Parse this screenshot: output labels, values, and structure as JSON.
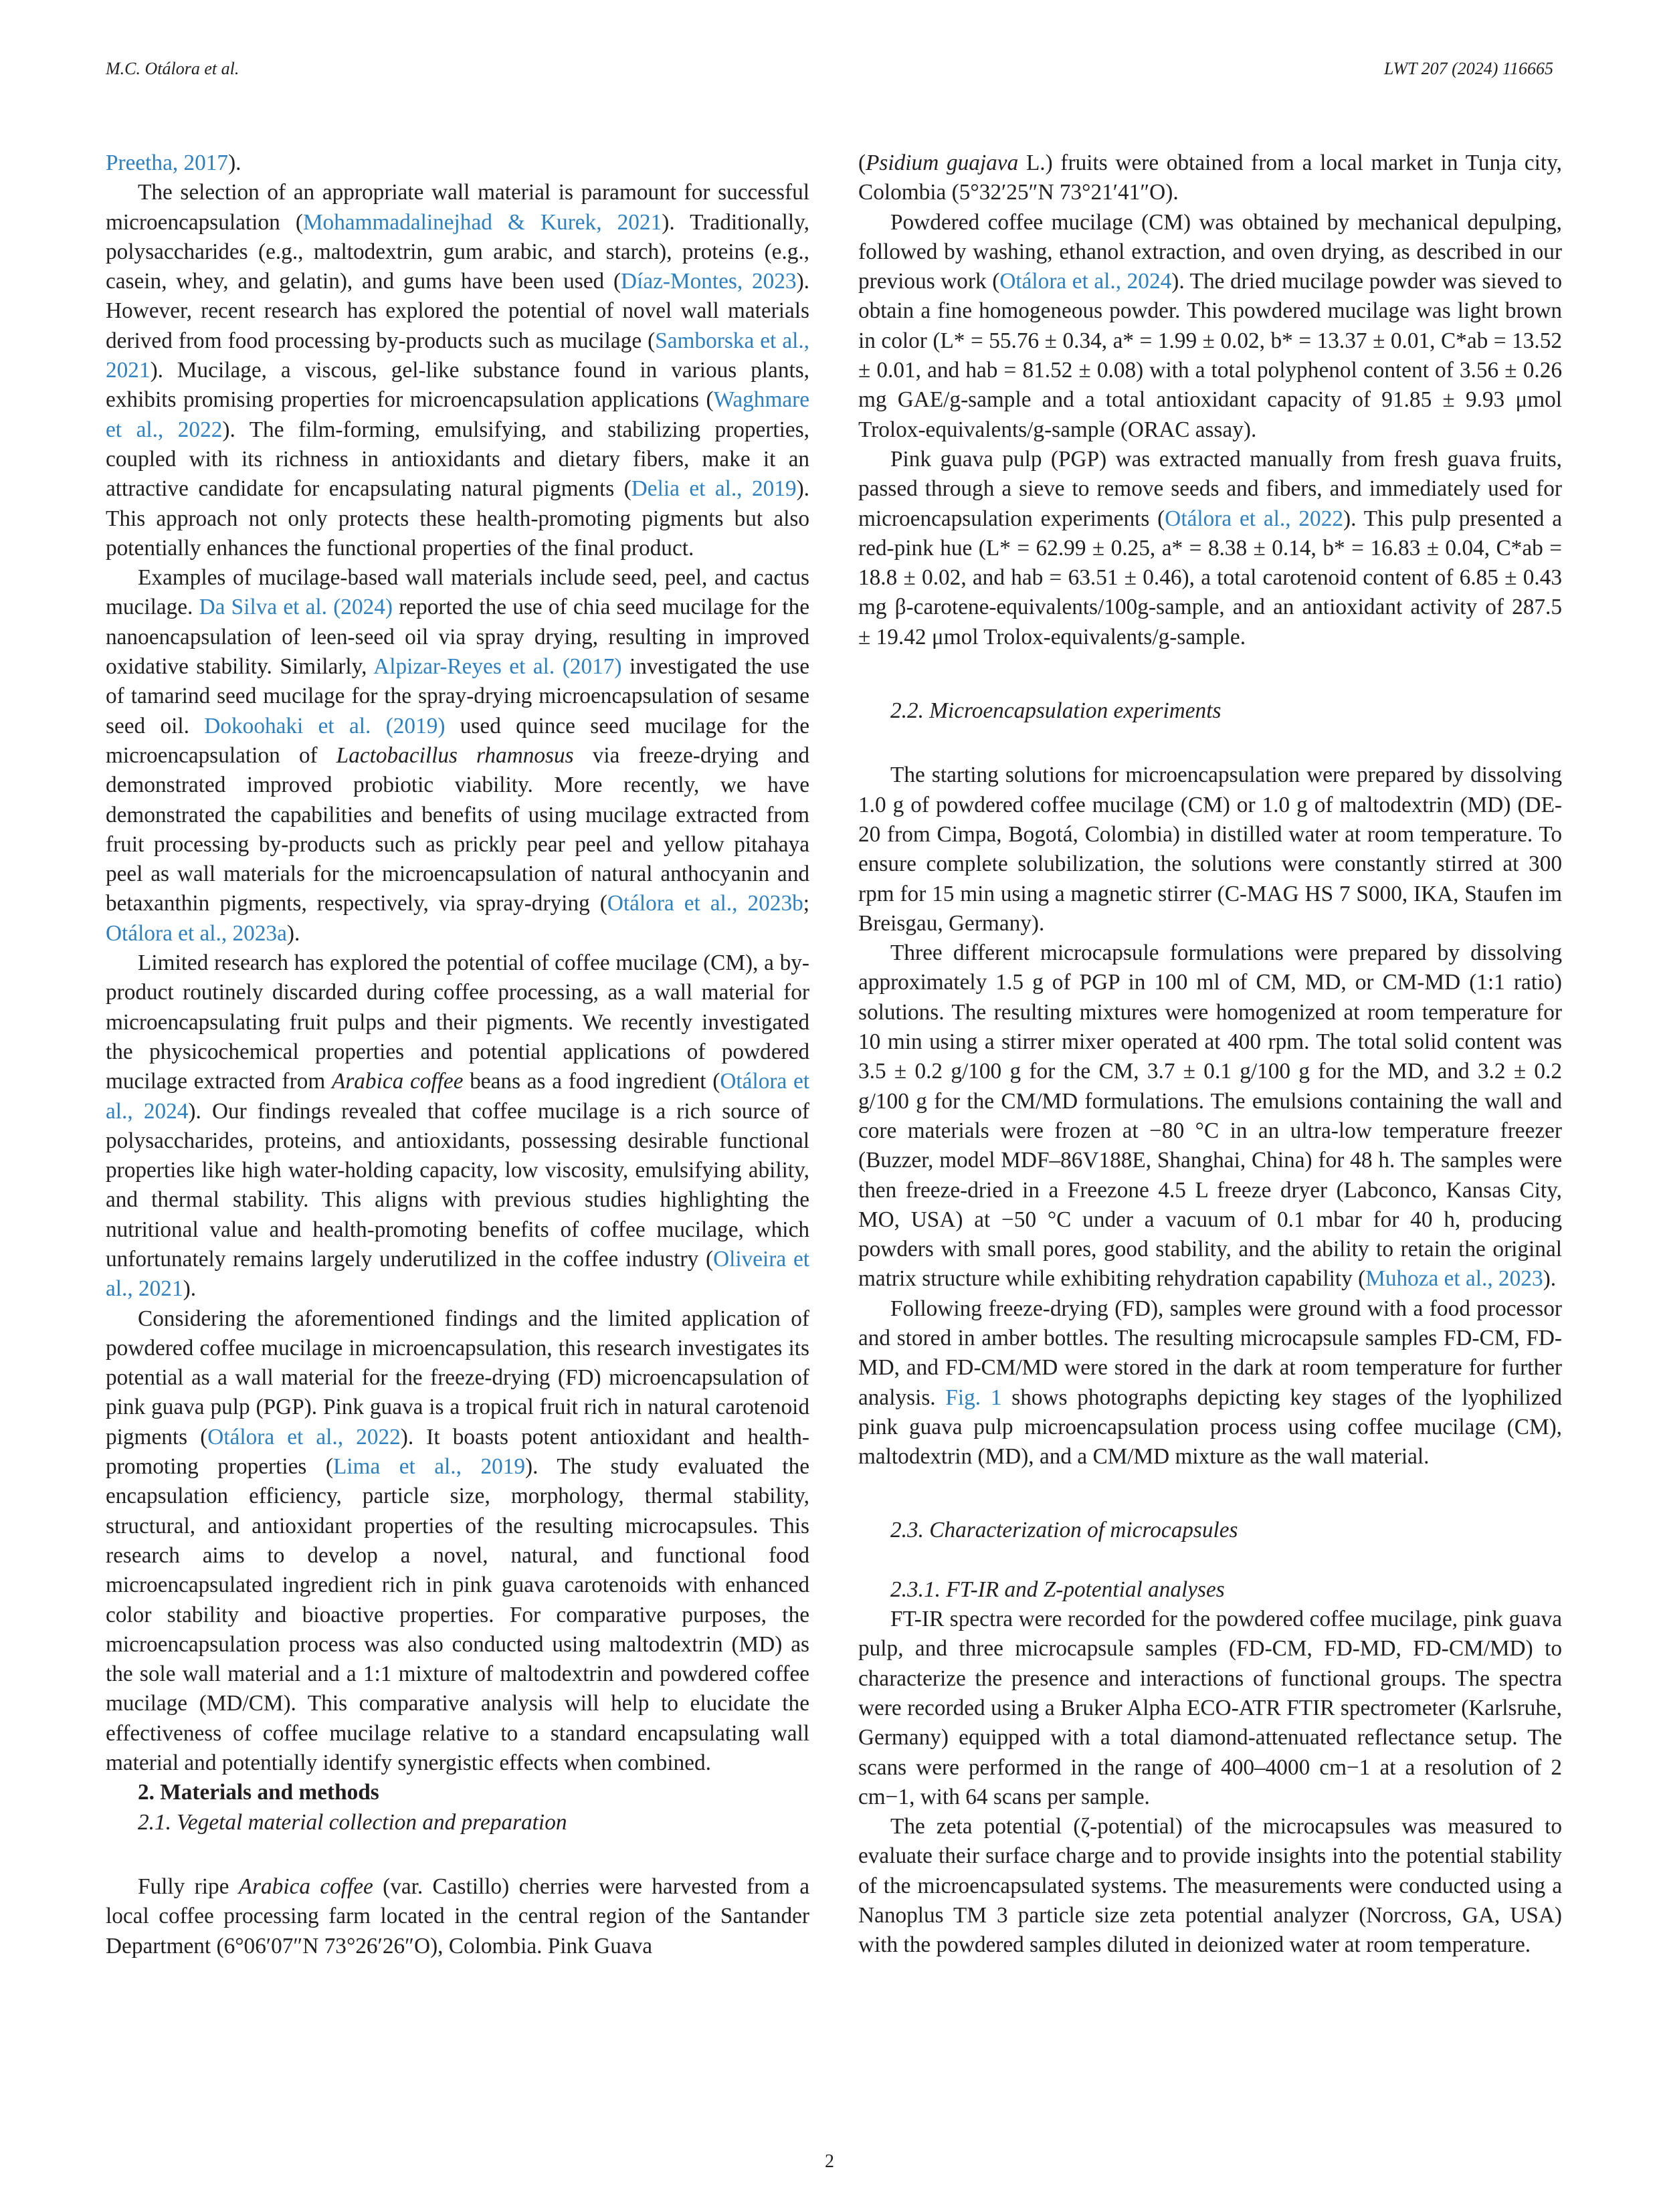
{
  "header": {
    "authors": "M.C. Otálora et al.",
    "journal": "LWT 207 (2024) 116665"
  },
  "left_column": {
    "p0_ref": "Preetha, 2017",
    "p0_tail": ").",
    "p1": {
      "a": "The selection of an appropriate wall material is paramount for successful microencapsulation (",
      "ref1": "Mohammadalinejhad & Kurek, 2021",
      "b": "). Traditionally, polysaccharides (e.g., maltodextrin, gum arabic, and starch), proteins (e.g., casein, whey, and gelatin), and gums have been used (",
      "ref2": "Díaz-Montes, 2023",
      "c": "). However, recent research has explored the potential of novel wall materials derived from food processing by-products such as mucilage (",
      "ref3": "Samborska et al., 2021",
      "d": "). Mucilage, a viscous, gel-like substance found in various plants, exhibits promising properties for microencapsulation applications (",
      "ref4": "Waghmare et al., 2022",
      "e": "). The film-forming, emulsifying, and stabilizing properties, coupled with its richness in antioxidants and dietary fibers, make it an attractive candidate for encapsulating natural pigments (",
      "ref5": "Delia et al., 2019",
      "f": "). This approach not only protects these health-promoting pigments but also potentially enhances the functional properties of the final product."
    },
    "p2": {
      "a": "Examples of mucilage-based wall materials include seed, peel, and cactus mucilage. ",
      "ref1": "Da Silva et al. (2024)",
      "b": " reported the use of chia seed mucilage for the nanoencapsulation of leen-seed oil via spray drying, resulting in improved oxidative stability. Similarly, ",
      "ref2": "Alpizar-Reyes et al. (2017)",
      "c": " investigated the use of tamarind seed mucilage for the spray-drying microencapsulation of sesame seed oil. ",
      "ref3": "Dokoohaki et al. (2019)",
      "d": " used quince seed mucilage for the microencapsulation of ",
      "italic1": "Lactobacillus rhamnosus",
      "e": " via freeze-drying and demonstrated improved probiotic viability. More recently, we have demonstrated the capabilities and benefits of using mucilage extracted from fruit processing by-products such as prickly pear peel and yellow pitahaya peel as wall materials for the microencapsulation of natural anthocyanin and betaxanthin pigments, respectively, via spray-drying (",
      "ref4": "Otálora et al., 2023b",
      "sep": "; ",
      "ref5": "Otálora et al., 2023a",
      "f": ")."
    },
    "p3": {
      "a": "Limited research has explored the potential of coffee mucilage (CM), a by-product routinely discarded during coffee processing, as a wall material for microencapsulating fruit pulps and their pigments. We recently investigated the physicochemical properties and potential applications of powdered mucilage extracted from ",
      "italic1": "Arabica coffee",
      "b": " beans as a food ingredient (",
      "ref1": "Otálora et al., 2024",
      "c": "). Our findings revealed that coffee mucilage is a rich source of polysaccharides, proteins, and antioxidants, possessing desirable functional properties like high water-holding capacity, low viscosity, emulsifying ability, and thermal stability. This aligns with previous studies highlighting the nutritional value and health-promoting benefits of coffee mucilage, which unfortunately remains largely underutilized in the coffee industry (",
      "ref2": "Oliveira et al., 2021",
      "d": ")."
    },
    "p4": {
      "a": "Considering the aforementioned findings and the limited application of powdered coffee mucilage in microencapsulation, this research investigates its potential as a wall material for the freeze-drying (FD) microencapsulation of pink guava pulp (PGP). Pink guava is a tropical fruit rich in natural carotenoid pigments (",
      "ref1": "Otálora et al., 2022",
      "b": "). It boasts potent antioxidant and health-promoting properties (",
      "ref2": "Lima et al., 2019",
      "c": "). The study evaluated the encapsulation efficiency, particle size, morphology, thermal stability, structural, and antioxidant properties of the resulting microcapsules. This research aims to develop a novel, natural, and functional food microencapsulated ingredient rich in pink guava carotenoids with enhanced color stability and bioactive properties. For comparative purposes, the microencapsulation process was also conducted using maltodextrin (MD) as the sole wall material and a 1:1 mixture of maltodextrin and powdered coffee mucilage (MD/CM). This comparative analysis will help to elucidate the effectiveness of coffee mucilage relative to a standard encapsulating wall material and potentially identify synergistic effects when combined."
    },
    "section2_heading": "2. Materials and methods",
    "section21_heading": "2.1. Vegetal material collection and preparation",
    "p5": {
      "a": "Fully ripe ",
      "italic1": "Arabica coffee",
      "b": " (var. Castillo) cherries were harvested from a local coffee processing farm located in the central region of the Santander Department (6°06′07″N 73°26′26″O), Colombia. Pink Guava"
    }
  },
  "right_column": {
    "p0": {
      "a": "(",
      "italic1": "Psidium guajava",
      "b": " L.) fruits were obtained from a local market in Tunja city, Colombia (5°32′25″N 73°21′41″O)."
    },
    "p1": {
      "a": "Powdered coffee mucilage (CM) was obtained by mechanical depulping, followed by washing, ethanol extraction, and oven drying, as described in our previous work (",
      "ref1": "Otálora et al., 2024",
      "b": "). The dried mucilage powder was sieved to obtain a fine homogeneous powder. This powdered mucilage was light brown in color (L* = 55.76 ± 0.34, a* = 1.99 ± 0.02, b* = 13.37 ± 0.01, C*ab = 13.52 ± 0.01, and hab = 81.52 ± 0.08) with a total polyphenol content of 3.56 ± 0.26 mg GAE/g-sample and a total antioxidant capacity of 91.85 ± 9.93 μmol Trolox-equivalents/g-sample (ORAC assay)."
    },
    "p2": {
      "a": "Pink guava pulp (PGP) was extracted manually from fresh guava fruits, passed through a sieve to remove seeds and fibers, and immediately used for microencapsulation experiments (",
      "ref1": "Otálora et al., 2022",
      "b": "). This pulp presented a red-pink hue (L* = 62.99 ± 0.25, a* = 8.38 ± 0.14, b* = 16.83 ± 0.04, C*ab = 18.8 ± 0.02, and hab = 63.51 ± 0.46), a total carotenoid content of 6.85 ± 0.43 mg β-carotene-equivalents/100g-sample, and an antioxidant activity of 287.5 ± 19.42 μmol Trolox-equivalents/g-sample."
    },
    "section22_heading": "2.2. Microencapsulation experiments",
    "p3": "The starting solutions for microencapsulation were prepared by dissolving 1.0 g of powdered coffee mucilage (CM) or 1.0 g of maltodextrin (MD) (DE-20 from Cimpa, Bogotá, Colombia) in distilled water at room temperature. To ensure complete solubilization, the solutions were constantly stirred at 300 rpm for 15 min using a magnetic stirrer (C-MAG HS 7 S000, IKA, Staufen im Breisgau, Germany).",
    "p4": {
      "a": "Three different microcapsule formulations were prepared by dissolving approximately 1.5 g of PGP in 100 ml of CM, MD, or CM-MD (1:1 ratio) solutions. The resulting mixtures were homogenized at room temperature for 10 min using a stirrer mixer operated at 400 rpm. The total solid content was 3.5 ± 0.2 g/100 g for the CM, 3.7 ± 0.1 g/100 g for the MD, and 3.2 ± 0.2 g/100 g for the CM/MD formulations. The emulsions containing the wall and core materials were frozen at −80 °C in an ultra-low temperature freezer (Buzzer, model MDF–86V188E, Shanghai, China) for 48 h. The samples were then freeze-dried in a Freezone 4.5 L freeze dryer (Labconco, Kansas City, MO, USA) at −50 °C under a vacuum of 0.1 mbar for 40 h, producing powders with small pores, good stability, and the ability to retain the original matrix structure while exhibiting rehydration capability (",
      "ref1": "Muhoza et al., 2023",
      "b": ")."
    },
    "p5": {
      "a": "Following freeze-drying (FD), samples were ground with a food processor and stored in amber bottles. The resulting microcapsule samples FD-CM, FD-MD, and FD-CM/MD were stored in the dark at room temperature for further analysis. ",
      "ref1": "Fig. 1",
      "b": " shows photographs depicting key stages of the lyophilized pink guava pulp microencapsulation process using coffee mucilage (CM), maltodextrin (MD), and a CM/MD mixture as the wall material."
    },
    "section23_heading": "2.3. Characterization of microcapsules",
    "section231_heading": "2.3.1. FT-IR and Z-potential analyses",
    "p6": "FT-IR spectra were recorded for the powdered coffee mucilage, pink guava pulp, and three microcapsule samples (FD-CM, FD-MD, FD-CM/MD) to characterize the presence and interactions of functional groups. The spectra were recorded using a Bruker Alpha ECO-ATR FTIR spectrometer (Karlsruhe, Germany) equipped with a total diamond-attenuated reflectance setup. The scans were performed in the range of 400–4000 cm−1 at a resolution of 2 cm−1, with 64 scans per sample.",
    "p7": "The zeta potential (ζ-potential) of the microcapsules was measured to evaluate their surface charge and to provide insights into the potential stability of the microencapsulated systems. The measurements were conducted using a Nanoplus TM 3 particle size zeta potential analyzer (Norcross, GA, USA) with the powdered samples diluted in deionized water at room temperature."
  },
  "footer": {
    "page_number": "2"
  },
  "colors": {
    "link": "#2e7fbf",
    "text": "#231f20"
  }
}
